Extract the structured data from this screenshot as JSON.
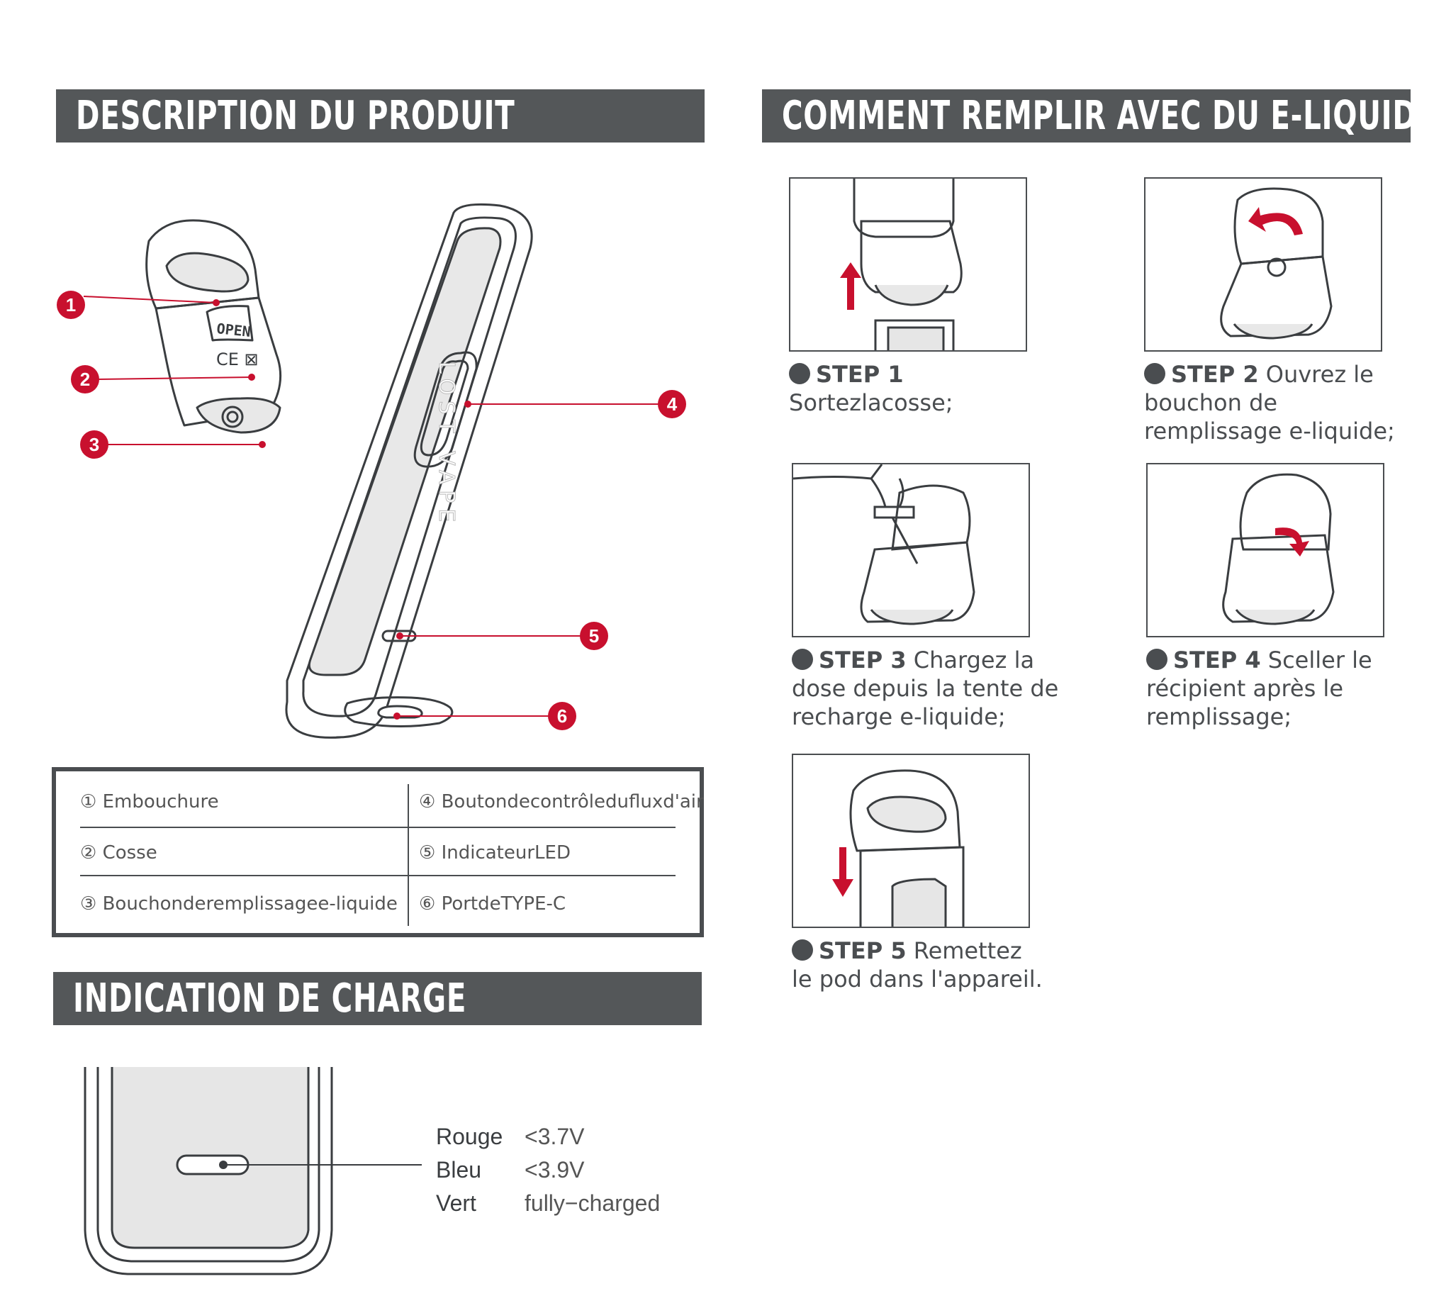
{
  "sections": {
    "description_title": "DESCRIPTION DU PRODUIT",
    "fill_title": "COMMENT REMPLIR AVEC DU E-LIQUIDE",
    "charge_title": "INDICATION DE CHARGE"
  },
  "device": {
    "brand": "LOST VAPE",
    "pod_label": "OPEN",
    "pod_marks": "CE ⊠"
  },
  "callouts": [
    "1",
    "2",
    "3",
    "4",
    "5",
    "6"
  ],
  "legend": [
    {
      "num": "①",
      "text": "Embouchure"
    },
    {
      "num": "②",
      "text": "Cosse"
    },
    {
      "num": "③",
      "text": "Bouchonderemplissagee-liquide"
    },
    {
      "num": "④",
      "text": "Boutondecontrôledufluxd'air"
    },
    {
      "num": "⑤",
      "text": "IndicateurLED"
    },
    {
      "num": "⑥",
      "text": "PortdeTYPE-C"
    }
  ],
  "steps": [
    {
      "label": "STEP 1",
      "text": "Sortezlacosse;"
    },
    {
      "label": "STEP 2",
      "text": "Ouvrez le bouchon de remplissage e-liquide;"
    },
    {
      "label": "STEP 3",
      "text": "Chargez la dose depuis la tente de recharge e-liquide;"
    },
    {
      "label": "STEP 4",
      "text": "Sceller le récipient après le remplissage;"
    },
    {
      "label": "STEP 5",
      "text": "Remettez le pod dans l'appareil."
    }
  ],
  "charge": [
    {
      "name": "Rouge",
      "value": "<3.7V"
    },
    {
      "name": "Bleu",
      "value": "<3.9V"
    },
    {
      "name": "Vert",
      "value": "fully−charged"
    }
  ],
  "colors": {
    "banner": "#545759",
    "accent": "#c8102e",
    "line": "#3a3d40"
  }
}
